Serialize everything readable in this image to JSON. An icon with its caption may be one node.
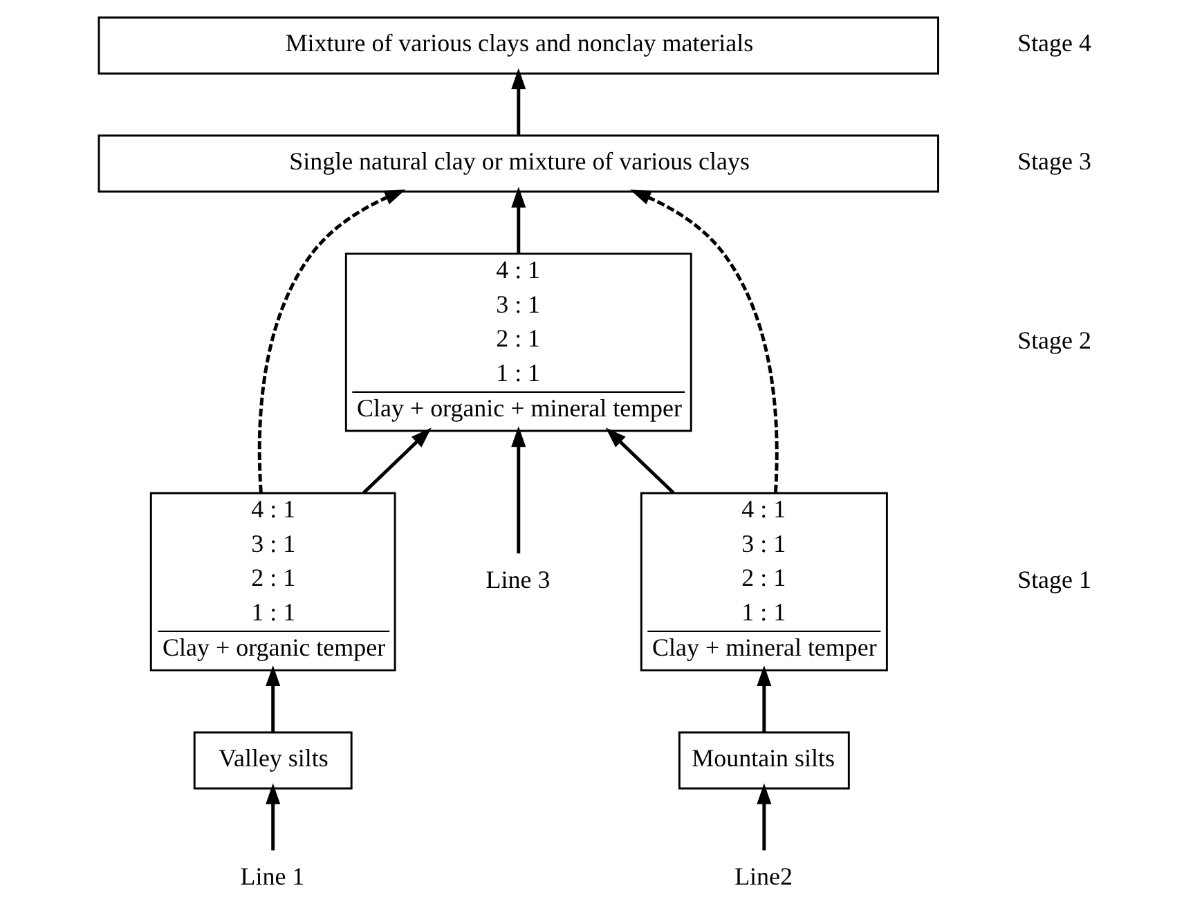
{
  "diagram": {
    "nodes": [
      {
        "text": [
          "Mixture of various clays and nonclay materials"
        ]
      },
      {
        "text": [
          "Single natural clay or mixture of various clays"
        ]
      },
      {
        "text": [
          "4 : 1",
          "3 : 1",
          "2 : 1",
          "1 : 1",
          "Clay + organic + mineral temper"
        ]
      },
      {
        "text": [
          "4 : 1",
          "3 : 1",
          "2 : 1",
          "1 : 1",
          "Clay + organic temper"
        ]
      },
      {
        "text": [
          "4 : 1",
          "3 : 1",
          "2 : 1",
          "1 : 1",
          "Clay + mineral temper"
        ]
      },
      {
        "text": [
          "Valley silts"
        ]
      },
      {
        "text": [
          "Mountain silts"
        ]
      },
      {
        "text": [
          "Line 1"
        ]
      },
      {
        "text": [
          "Line 3"
        ]
      },
      {
        "text": [
          "Line2"
        ]
      }
    ],
    "edges": [
      {
        "from": 7,
        "to": 5,
        "arrow": "to"
      },
      {
        "from": 5,
        "to": 3,
        "arrow": "to"
      },
      {
        "from": 3,
        "to": 1,
        "arrow": "to",
        "style": "dashed"
      },
      {
        "from": 3,
        "to": 2,
        "arrow": "to"
      },
      {
        "from": 8,
        "to": 2,
        "arrow": "to"
      },
      {
        "from": 9,
        "to": 6,
        "arrow": "to"
      },
      {
        "from": 6,
        "to": 4,
        "arrow": "to"
      },
      {
        "from": 4,
        "to": 2,
        "arrow": "to"
      },
      {
        "from": 4,
        "to": 1,
        "arrow": "to",
        "style": "dashed"
      },
      {
        "from": 2,
        "to": 1,
        "arrow": "to"
      },
      {
        "from": 1,
        "to": 0,
        "arrow": "to"
      }
    ],
    "labels": [
      "Stage 4",
      "Stage 3",
      "Stage 2",
      "Stage 1"
    ]
  }
}
